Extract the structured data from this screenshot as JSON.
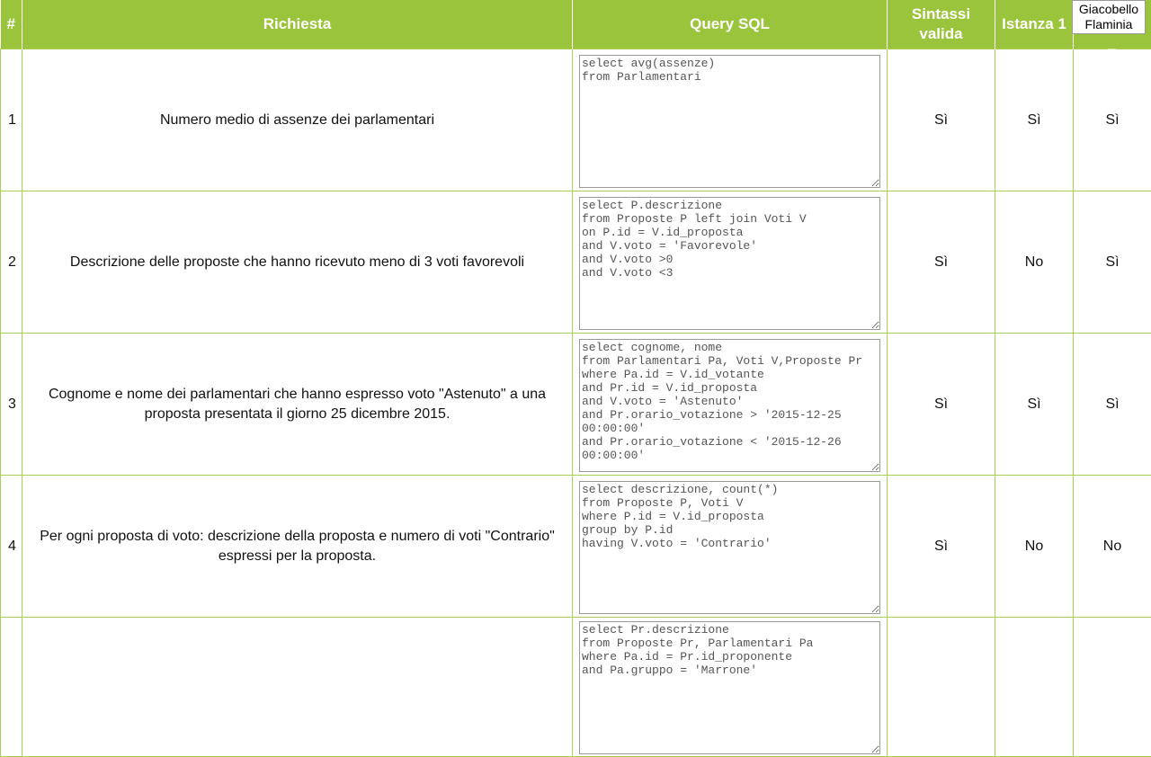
{
  "headers": {
    "num": "#",
    "request": "Richiesta",
    "query": "Query SQL",
    "syntax": "Sintassi valida",
    "instance1": "Istanza 1",
    "last": "_"
  },
  "tooltip": {
    "line1": "Giacobello",
    "line2": "Flaminia"
  },
  "rows": [
    {
      "num": "1",
      "request": "Numero medio di assenze dei parlamentari",
      "query": "select avg(assenze)\nfrom Parlamentari",
      "syntax": "Sì",
      "instance1": "Sì",
      "last": "Sì"
    },
    {
      "num": "2",
      "request": "Descrizione delle proposte che hanno ricevuto meno di 3 voti favorevoli",
      "query": "select P.descrizione\nfrom Proposte P left join Voti V\non P.id = V.id_proposta\nand V.voto = 'Favorevole'\nand V.voto >0\nand V.voto <3",
      "syntax": "Sì",
      "instance1": "No",
      "last": "Sì"
    },
    {
      "num": "3",
      "request": "Cognome e nome dei parlamentari che hanno espresso voto \"Astenuto\" a una proposta presentata il giorno 25 dicembre 2015.",
      "query": "select cognome, nome\nfrom Parlamentari Pa, Voti V,Proposte Pr\nwhere Pa.id = V.id_votante\nand Pr.id = V.id_proposta\nand V.voto = 'Astenuto'\nand Pr.orario_votazione > '2015-12-25\n00:00:00'\nand Pr.orario_votazione < '2015-12-26\n00:00:00'",
      "syntax": "Sì",
      "instance1": "Sì",
      "last": "Sì"
    },
    {
      "num": "4",
      "request": "Per ogni proposta di voto: descrizione della proposta e numero di voti \"Contrario\" espressi per la proposta.",
      "query": "select descrizione, count(*)\nfrom Proposte P, Voti V\nwhere P.id = V.id_proposta\ngroup by P.id\nhaving V.voto = 'Contrario'",
      "syntax": "Sì",
      "instance1": "No",
      "last": "No"
    },
    {
      "num": "",
      "request": "",
      "query": "select Pr.descrizione\nfrom Proposte Pr, Parlamentari Pa\nwhere Pa.id = Pr.id_proponente\nand Pa.gruppo = 'Marrone'",
      "syntax": "",
      "instance1": "",
      "last": ""
    }
  ]
}
